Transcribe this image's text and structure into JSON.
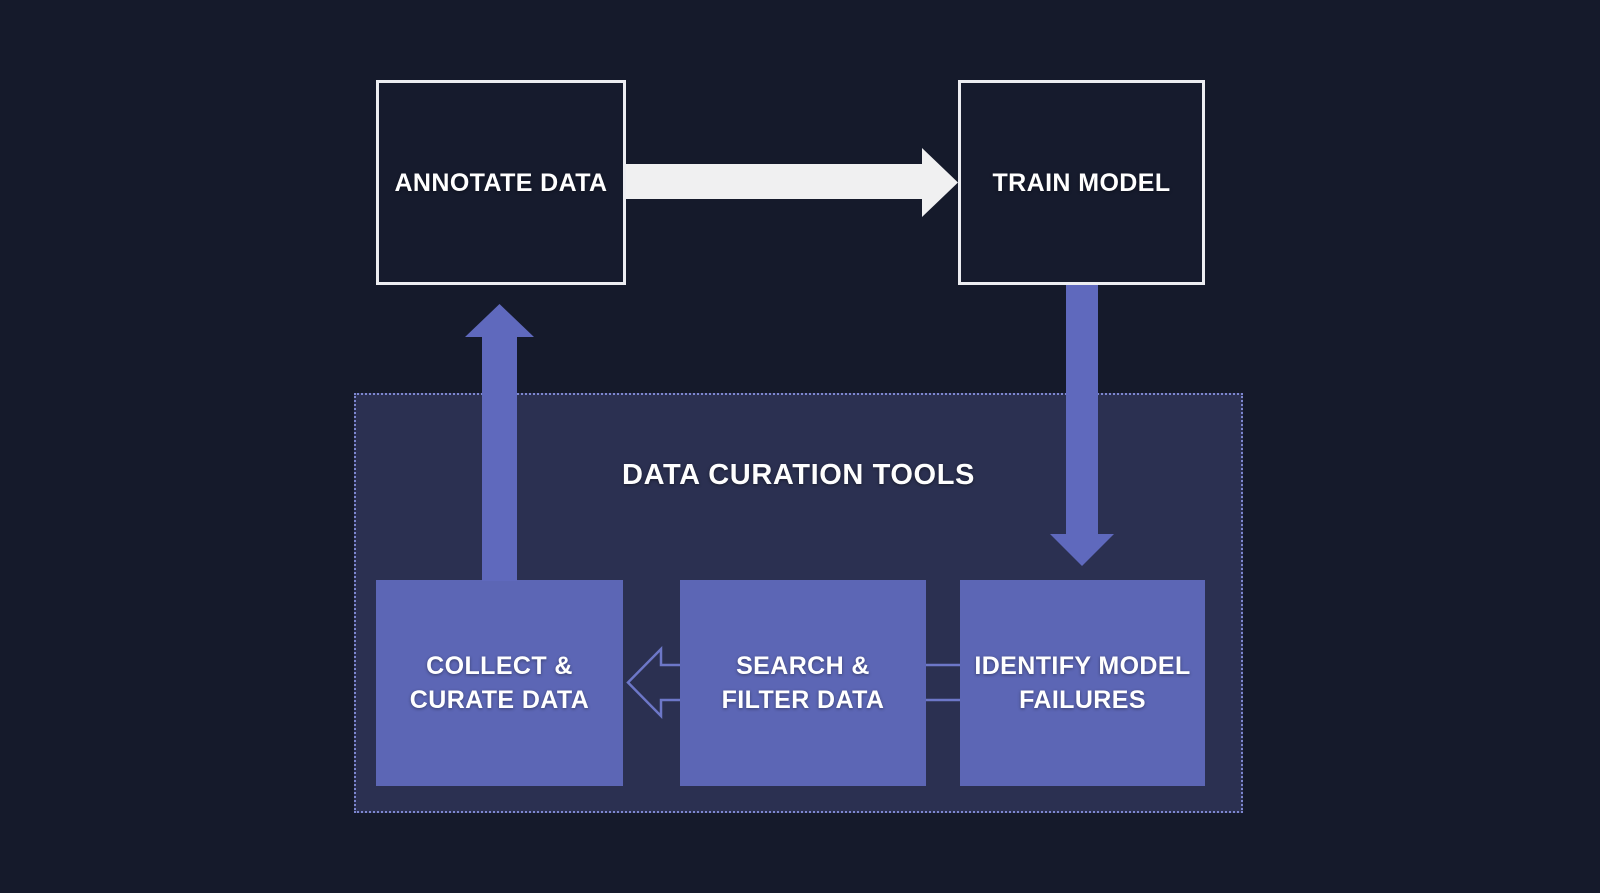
{
  "diagram": {
    "title": "DATA CURATION TOOLS",
    "nodes": {
      "annotate": {
        "label": "ANNOTATE DATA"
      },
      "train": {
        "label": "TRAIN MODEL"
      },
      "collect": {
        "line1": "COLLECT &",
        "line2": "CURATE DATA"
      },
      "search": {
        "line1": "SEARCH &",
        "line2": "FILTER DATA"
      },
      "identify": {
        "line1": "IDENTIFY MODEL",
        "line2": "FAILURES"
      }
    },
    "arrows": {
      "annotate_to_train": {
        "style": "solid-white"
      },
      "train_to_identify": {
        "style": "solid-purple"
      },
      "collect_to_annotate": {
        "style": "solid-purple"
      },
      "identify_to_collect": {
        "style": "outline-purple"
      }
    },
    "colors": {
      "background": "#151A2B",
      "container_fill": "#2B3051",
      "container_border_dots": "#7D87D0",
      "node_outline_fill": "#161B2D",
      "node_outline_border": "#ECEDF1",
      "node_solid_fill": "#5C66B5",
      "arrow_purple": "#5F69BD",
      "arrow_outline_stroke": "#6D77C8",
      "arrow_white": "#F0F0F1",
      "text": "#FFFFFF"
    }
  }
}
